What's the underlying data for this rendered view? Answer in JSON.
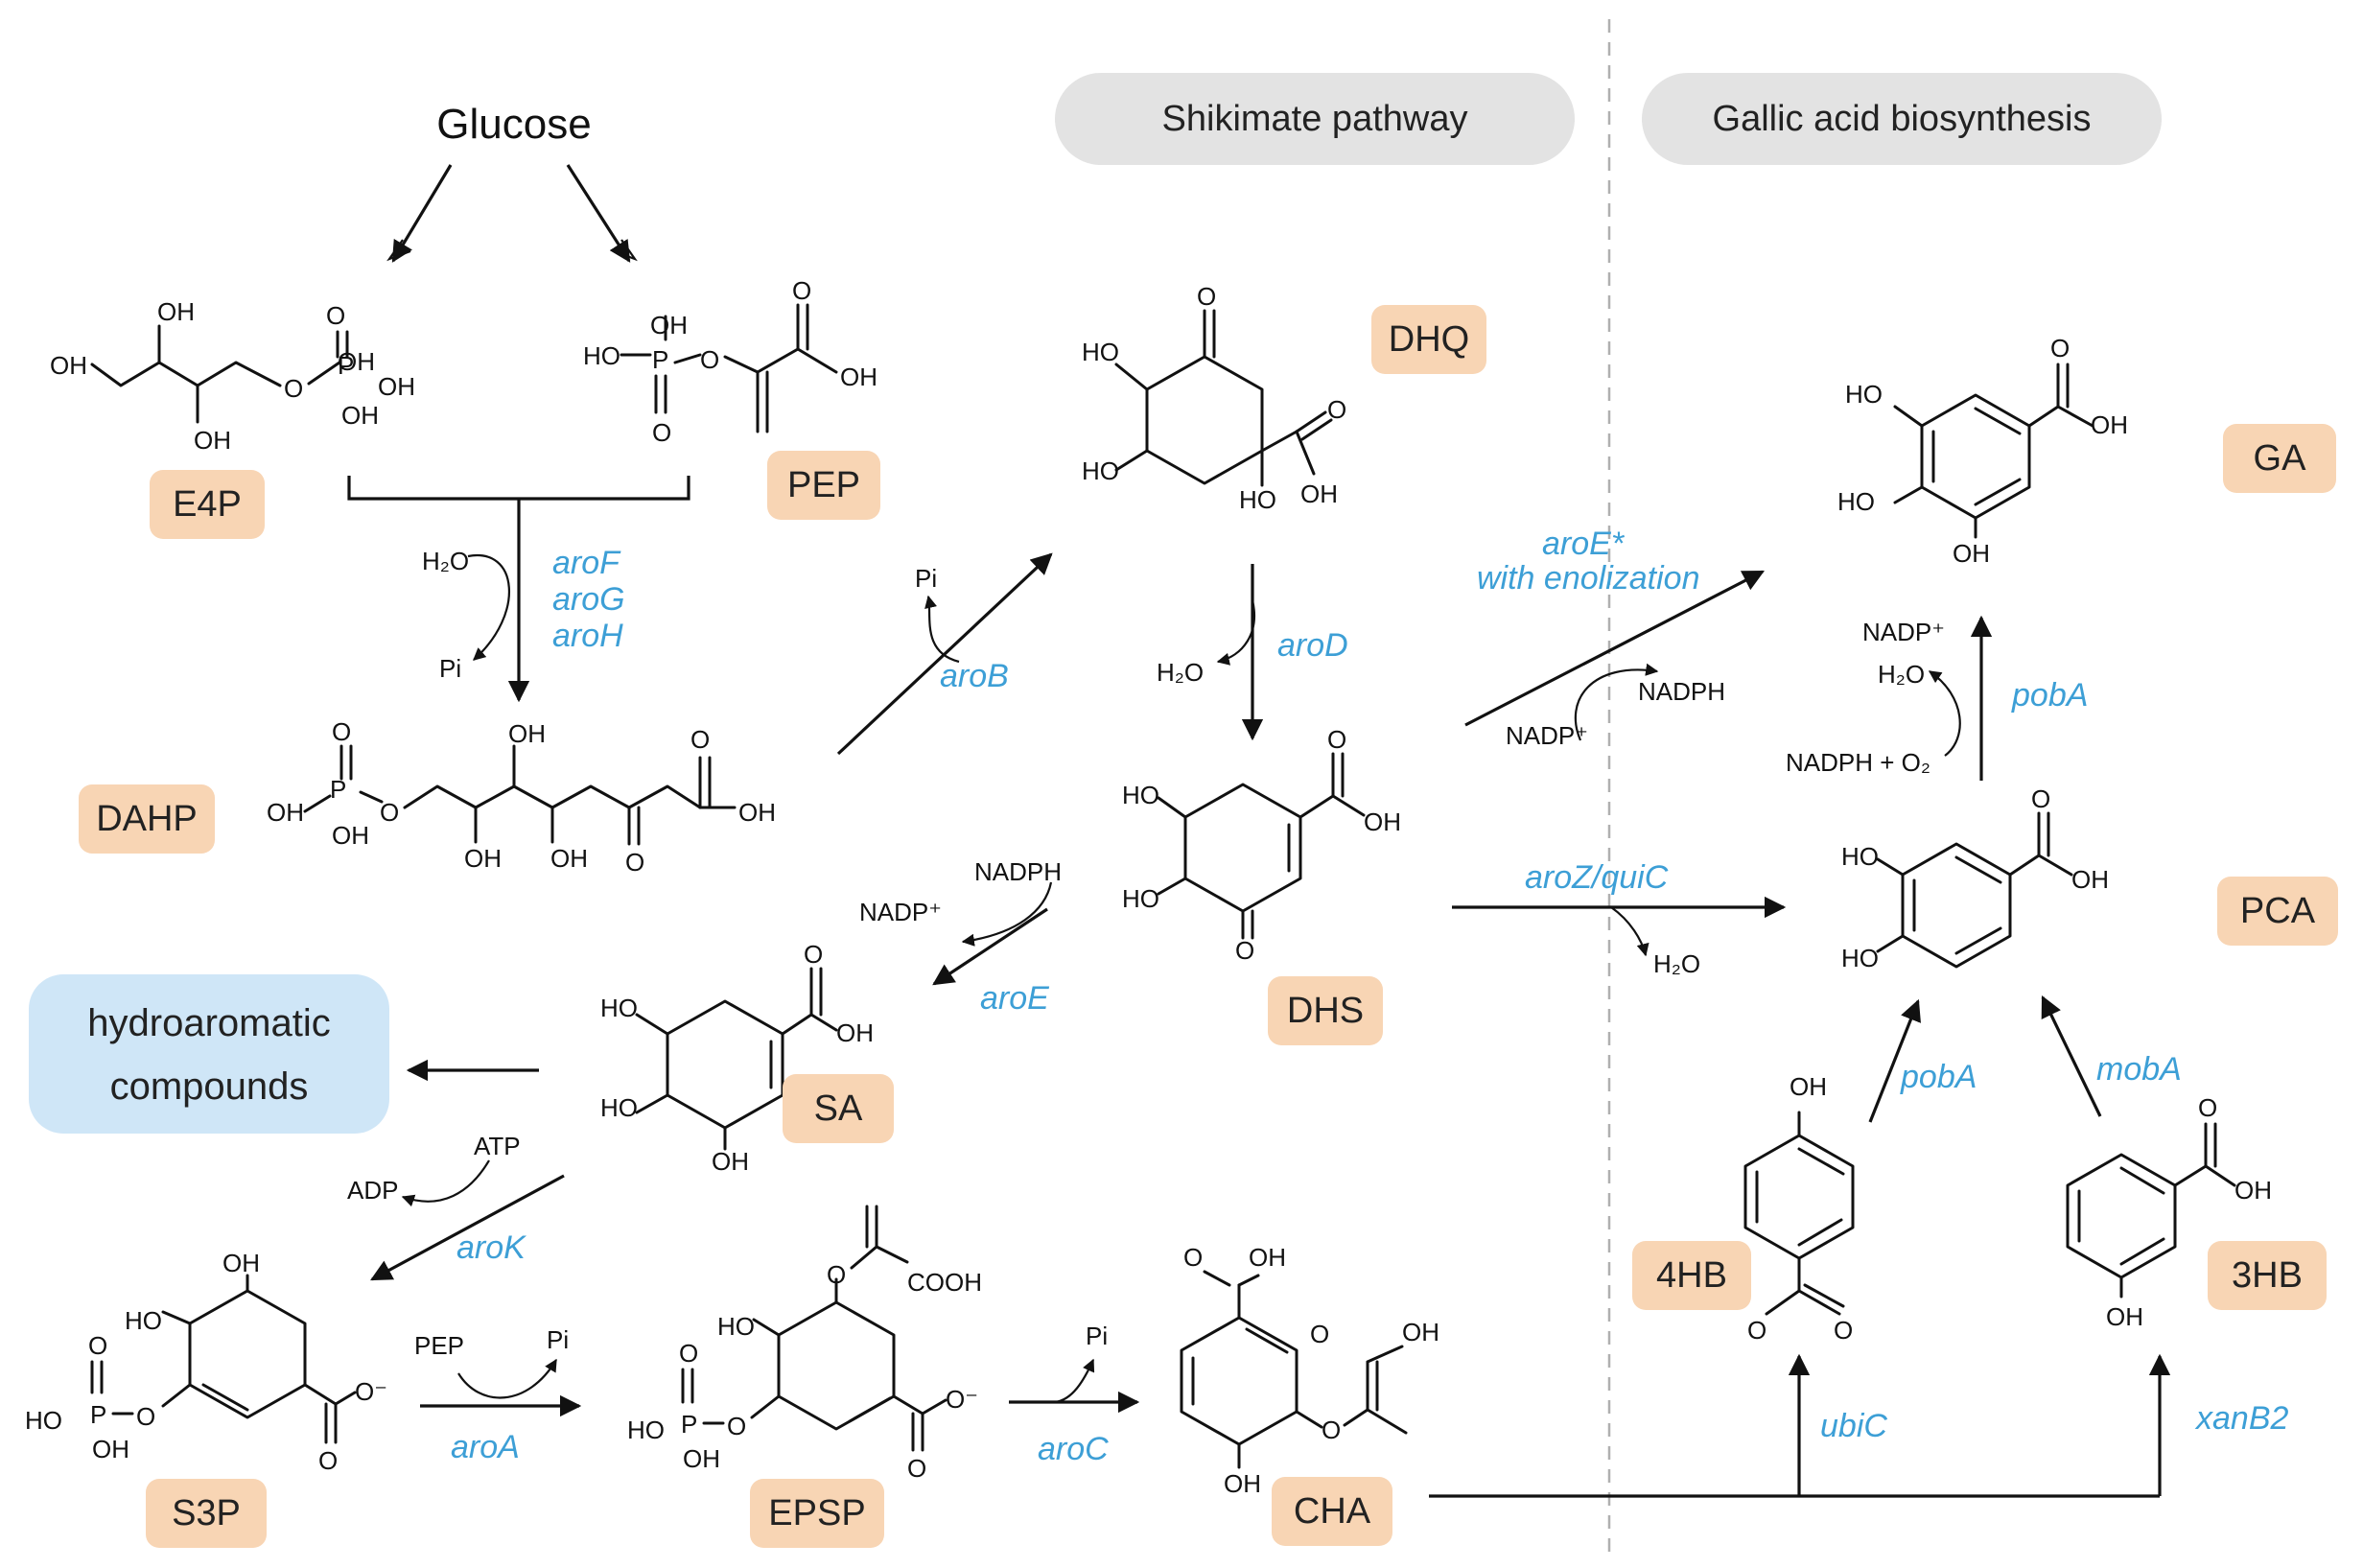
{
  "headers": {
    "shikimate": "Shikimate pathway",
    "gallic": "Gallic acid biosynthesis"
  },
  "start": "Glucose",
  "compounds": {
    "e4p": "E4P",
    "pep": "PEP",
    "dahp": "DAHP",
    "dhq": "DHQ",
    "dhs": "DHS",
    "sa": "SA",
    "s3p": "S3P",
    "epsp": "EPSP",
    "cha": "CHA",
    "ga": "GA",
    "pca": "PCA",
    "hb4": "4HB",
    "hb3": "3HB"
  },
  "side_box": {
    "line1": "hydroaromatic",
    "line2": "compounds"
  },
  "enzymes": {
    "arofgh": [
      "aroF",
      "aroG",
      "aroH"
    ],
    "arob": "aroB",
    "arod": "aroD",
    "aroe": "aroE",
    "arok": "aroK",
    "aroa": "aroA",
    "aroc": "aroC",
    "aroe_star": "aroE*",
    "enolization": "with enolization",
    "aroz": "aroZ/quiC",
    "poba_top": "pobA",
    "poba_bottom": "pobA",
    "moba": "mobA",
    "ubic": "ubiC",
    "xanb2": "xanB2"
  },
  "cofactors": {
    "h2o_aro_f": "H₂O",
    "pi_aro_f": "Pi",
    "pi_arob": "Pi",
    "h2o_arod": "H₂O",
    "nadph_aroe": "NADPH",
    "nadp_aroe": "NADP⁺",
    "atp": "ATP",
    "adp": "ADP",
    "pep_aroa": "PEP",
    "pi_aroa": "Pi",
    "pi_aroc": "Pi",
    "nadp_aroestar": "NADP⁺",
    "nadph_aroestar": "NADPH",
    "h2o_aroz": "H₂O",
    "nadp_poba": "NADP⁺",
    "h2o_poba": "H₂O",
    "nadph_o2": "NADPH + O₂"
  },
  "colors": {
    "compound_tag": "#f8d5b4",
    "header_pill": "#e3e3e3",
    "side_box": "#cfe6f7",
    "enzyme": "#3d9fd6",
    "divider": "#b0b0b0"
  }
}
